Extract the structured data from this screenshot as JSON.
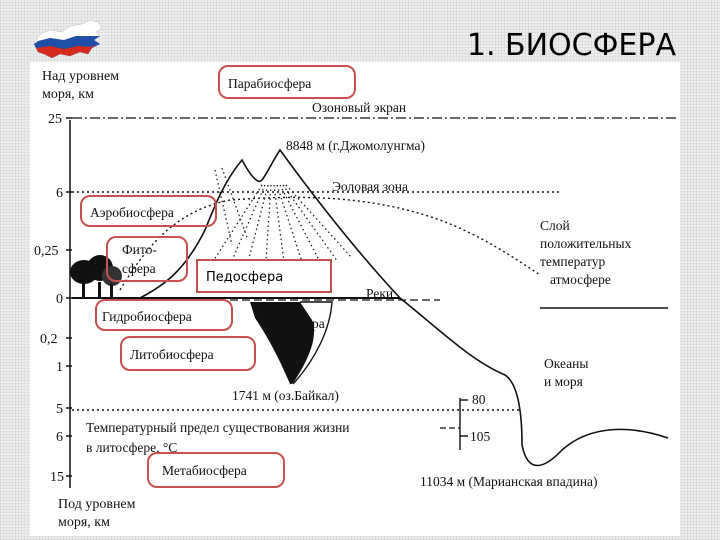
{
  "title": "1. БИОСФЕРА",
  "axis": {
    "top_label_line1": "Над уровнем",
    "top_label_line2": "моря,  км",
    "bottom_label_line1": "Под уровнем",
    "bottom_label_line2": "моря,  км",
    "ticks": [
      "25",
      "6",
      "0,25",
      "0",
      "0,2",
      "1",
      "5",
      "6",
      "15"
    ]
  },
  "spheres": {
    "parabiosphere": "Парабиосфера",
    "aerobiosphere": "Аэробиосфера",
    "phytosphere_line1": "Фито-",
    "phytosphere_line2": "сфера",
    "pedosphere": "Педосфера",
    "hydrobiosphere": "Гидробиосфера",
    "lithobiosphere": "Литобиосфера",
    "metabiosphere": "Метабиосфера"
  },
  "labels": {
    "ozone_screen": "Озоновый экран",
    "everest": "8848 м (г.Джомолунгма)",
    "aeolian_zone": "Эоловая зона",
    "rivers": "Реки",
    "baikal": "1741 м (оз.Байкал)",
    "oceans_line1": "Океаны",
    "oceans_line2": "и моря",
    "mariana": "11034 м (Марианская впадина)",
    "positive_temp_line1": "Слой",
    "positive_temp_line2": "положительных",
    "positive_temp_line3": "температур",
    "positive_temp_line4": "атмосфере",
    "temp_limit_line1": "Температурный предел существования жизни",
    "temp_limit_line2": "в литосфере,  °С",
    "temp_80": "80",
    "temp_105": "105",
    "lake_partial": "ера"
  },
  "colors": {
    "box_border": "#c8504f",
    "flag_white": "#ffffff",
    "flag_blue": "#1f4fa8",
    "flag_red": "#d52b1e"
  },
  "icons": [
    "russia-flag-icon",
    "tree-icon"
  ]
}
